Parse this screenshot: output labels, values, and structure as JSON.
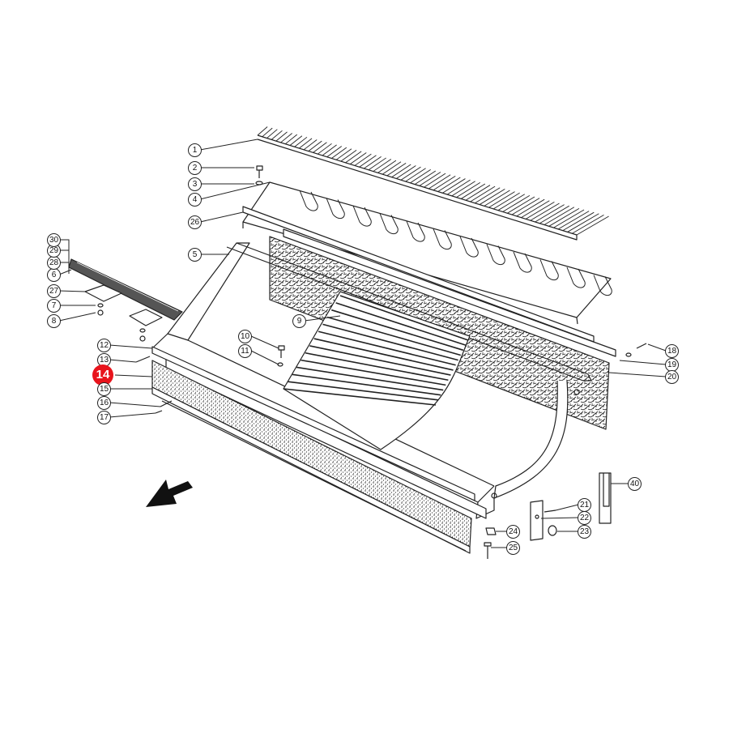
{
  "diagram": {
    "highlight_color": "#e8141c",
    "line_color": "#222222",
    "callouts": [
      {
        "id": "c1",
        "label": "1"
      },
      {
        "id": "c2",
        "label": "2"
      },
      {
        "id": "c3",
        "label": "3"
      },
      {
        "id": "c4",
        "label": "4"
      },
      {
        "id": "c5",
        "label": "5"
      },
      {
        "id": "c6",
        "label": "6"
      },
      {
        "id": "c7",
        "label": "7"
      },
      {
        "id": "c8",
        "label": "8"
      },
      {
        "id": "c9",
        "label": "9"
      },
      {
        "id": "c10",
        "label": "10"
      },
      {
        "id": "c11",
        "label": "11"
      },
      {
        "id": "c12",
        "label": "12"
      },
      {
        "id": "c13",
        "label": "13"
      },
      {
        "id": "c14",
        "label": "14",
        "highlighted": true
      },
      {
        "id": "c15",
        "label": "15"
      },
      {
        "id": "c16",
        "label": "16"
      },
      {
        "id": "c17",
        "label": "17"
      },
      {
        "id": "c18",
        "label": "18"
      },
      {
        "id": "c19",
        "label": "19"
      },
      {
        "id": "c20",
        "label": "20"
      },
      {
        "id": "c21",
        "label": "21"
      },
      {
        "id": "c22",
        "label": "22"
      },
      {
        "id": "c23",
        "label": "23"
      },
      {
        "id": "c24",
        "label": "24"
      },
      {
        "id": "c25",
        "label": "25"
      },
      {
        "id": "c26",
        "label": "26"
      },
      {
        "id": "c27",
        "label": "27"
      },
      {
        "id": "c28",
        "label": "28"
      },
      {
        "id": "c29",
        "label": "29"
      },
      {
        "id": "c30",
        "label": "30"
      },
      {
        "id": "c40",
        "label": "40"
      }
    ]
  }
}
